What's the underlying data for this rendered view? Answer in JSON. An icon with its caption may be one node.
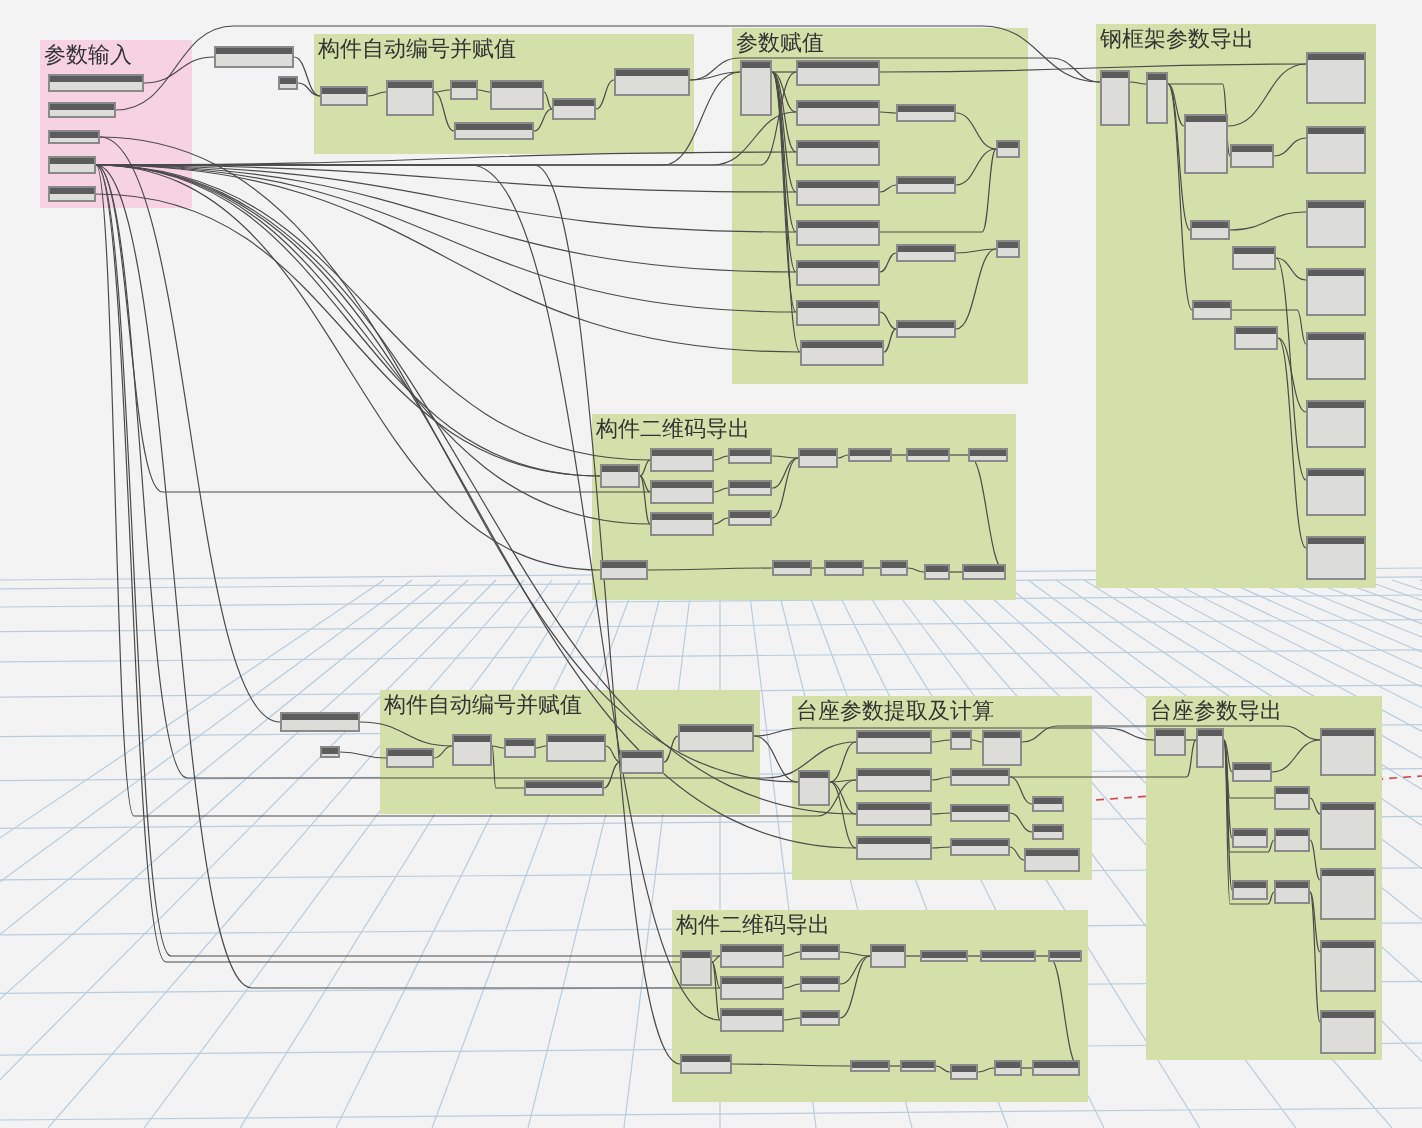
{
  "diagram": {
    "nodes": [
      {
        "text": [
          "参数输入"
        ]
      },
      {
        "text": [
          "构件自动编号并赋值"
        ]
      },
      {
        "text": [
          "参数赋值"
        ]
      },
      {
        "text": [
          "钢框架参数导出"
        ]
      },
      {
        "text": [
          "构件二维码导出"
        ]
      },
      {
        "text": [
          "构件自动编号并赋值"
        ]
      },
      {
        "text": [
          "台座参数提取及计算"
        ]
      },
      {
        "text": [
          "台座参数导出"
        ]
      },
      {
        "text": [
          "构件二维码导出"
        ]
      },
      {
        "text": [],
        "shape": "box",
        "in": 0
      },
      {
        "text": [],
        "shape": "box",
        "in": 0
      },
      {
        "text": [],
        "shape": "box",
        "in": 0
      },
      {
        "text": [],
        "shape": "box",
        "in": 0
      },
      {
        "text": [],
        "shape": "box",
        "in": 0
      },
      {
        "text": [],
        "shape": "box"
      },
      {
        "text": [],
        "shape": "box"
      },
      {
        "text": [],
        "shape": "box",
        "in": 1
      },
      {
        "text": [],
        "shape": "box",
        "in": 1
      },
      {
        "text": [],
        "shape": "box",
        "in": 1
      },
      {
        "text": [],
        "shape": "box",
        "in": 1
      },
      {
        "text": [],
        "shape": "box",
        "in": 1
      },
      {
        "text": [],
        "shape": "box",
        "in": 1
      },
      {
        "text": [],
        "shape": "box",
        "in": 1
      },
      {
        "text": [],
        "shape": "box",
        "in": 2
      },
      {
        "text": [],
        "shape": "box",
        "in": 2
      },
      {
        "text": [],
        "shape": "box",
        "in": 2
      },
      {
        "text": [],
        "shape": "box",
        "in": 2
      },
      {
        "text": [],
        "shape": "box",
        "in": 2
      },
      {
        "text": [],
        "shape": "box",
        "in": 2
      },
      {
        "text": [],
        "shape": "box",
        "in": 2
      },
      {
        "text": [],
        "shape": "box",
        "in": 2
      },
      {
        "text": [],
        "shape": "box",
        "in": 2
      },
      {
        "text": [],
        "shape": "box",
        "in": 2
      },
      {
        "text": [],
        "shape": "box",
        "in": 2
      },
      {
        "text": [],
        "shape": "box",
        "in": 2
      },
      {
        "text": [],
        "shape": "box",
        "in": 2
      },
      {
        "text": [],
        "shape": "box",
        "in": 2
      },
      {
        "text": [],
        "shape": "box",
        "in": 2
      },
      {
        "text": [],
        "shape": "box",
        "in": 3
      },
      {
        "text": [],
        "shape": "box",
        "in": 3
      },
      {
        "text": [],
        "shape": "box",
        "in": 3
      },
      {
        "text": [],
        "shape": "box",
        "in": 3
      },
      {
        "text": [],
        "shape": "box",
        "in": 3
      },
      {
        "text": [],
        "shape": "box",
        "in": 3
      },
      {
        "text": [],
        "shape": "box",
        "in": 3
      },
      {
        "text": [],
        "shape": "box",
        "in": 3
      },
      {
        "text": [],
        "shape": "box",
        "in": 3
      },
      {
        "text": [],
        "shape": "box",
        "in": 3
      },
      {
        "text": [],
        "shape": "box",
        "in": 3
      },
      {
        "text": [],
        "shape": "box",
        "in": 3
      },
      {
        "text": [],
        "shape": "box",
        "in": 3
      },
      {
        "text": [],
        "shape": "box",
        "in": 3
      },
      {
        "text": [],
        "shape": "box",
        "in": 3
      },
      {
        "text": [],
        "shape": "box",
        "in": 3
      },
      {
        "text": [],
        "shape": "box",
        "in": 4
      },
      {
        "text": [],
        "shape": "box",
        "in": 4
      },
      {
        "text": [],
        "shape": "box",
        "in": 4
      },
      {
        "text": [],
        "shape": "box",
        "in": 4
      },
      {
        "text": [],
        "shape": "box",
        "in": 4
      },
      {
        "text": [],
        "shape": "box",
        "in": 4
      },
      {
        "text": [],
        "shape": "box",
        "in": 4
      },
      {
        "text": [],
        "shape": "box",
        "in": 4
      },
      {
        "text": [],
        "shape": "box",
        "in": 4
      },
      {
        "text": [],
        "shape": "box",
        "in": 4
      },
      {
        "text": [],
        "shape": "box",
        "in": 4
      },
      {
        "text": [],
        "shape": "box",
        "in": 4
      },
      {
        "text": [],
        "shape": "box",
        "in": 4
      },
      {
        "text": [],
        "shape": "box",
        "in": 4
      },
      {
        "text": [],
        "shape": "box",
        "in": 4
      },
      {
        "text": [],
        "shape": "box",
        "in": 4
      },
      {
        "text": [],
        "shape": "box",
        "in": 4
      },
      {
        "text": [],
        "shape": "box"
      },
      {
        "text": [],
        "shape": "box"
      },
      {
        "text": [],
        "shape": "box",
        "in": 5
      },
      {
        "text": [],
        "shape": "box",
        "in": 5
      },
      {
        "text": [],
        "shape": "box",
        "in": 5
      },
      {
        "text": [],
        "shape": "box",
        "in": 5
      },
      {
        "text": [],
        "shape": "box",
        "in": 5
      },
      {
        "text": [],
        "shape": "box",
        "in": 5
      },
      {
        "text": [],
        "shape": "box",
        "in": 5
      },
      {
        "text": [],
        "shape": "box",
        "in": 6
      },
      {
        "text": [],
        "shape": "box",
        "in": 6
      },
      {
        "text": [],
        "shape": "box",
        "in": 6
      },
      {
        "text": [],
        "shape": "box",
        "in": 6
      },
      {
        "text": [],
        "shape": "box",
        "in": 6
      },
      {
        "text": [],
        "shape": "box",
        "in": 6
      },
      {
        "text": [],
        "shape": "box",
        "in": 6
      },
      {
        "text": [],
        "shape": "box",
        "in": 6
      },
      {
        "text": [],
        "shape": "box",
        "in": 6
      },
      {
        "text": [],
        "shape": "box",
        "in": 6
      },
      {
        "text": [],
        "shape": "box",
        "in": 6
      },
      {
        "text": [],
        "shape": "box",
        "in": 6
      },
      {
        "text": [],
        "shape": "box",
        "in": 6
      },
      {
        "text": [],
        "shape": "box",
        "in": 7
      },
      {
        "text": [],
        "shape": "box",
        "in": 7
      },
      {
        "text": [],
        "shape": "box",
        "in": 7
      },
      {
        "text": [],
        "shape": "box",
        "in": 7
      },
      {
        "text": [],
        "shape": "box",
        "in": 7
      },
      {
        "text": [],
        "shape": "box",
        "in": 7
      },
      {
        "text": [],
        "shape": "box",
        "in": 7
      },
      {
        "text": [],
        "shape": "box",
        "in": 7
      },
      {
        "text": [],
        "shape": "box",
        "in": 7
      },
      {
        "text": [],
        "shape": "box",
        "in": 7
      },
      {
        "text": [],
        "shape": "box",
        "in": 7
      },
      {
        "text": [],
        "shape": "box",
        "in": 7
      },
      {
        "text": [],
        "shape": "box",
        "in": 7
      },
      {
        "text": [],
        "shape": "box",
        "in": 8
      },
      {
        "text": [],
        "shape": "box",
        "in": 8
      },
      {
        "text": [],
        "shape": "box",
        "in": 8
      },
      {
        "text": [],
        "shape": "box",
        "in": 8
      },
      {
        "text": [],
        "shape": "box",
        "in": 8
      },
      {
        "text": [],
        "shape": "box",
        "in": 8
      },
      {
        "text": [],
        "shape": "box",
        "in": 8
      },
      {
        "text": [],
        "shape": "box",
        "in": 8
      },
      {
        "text": [],
        "shape": "box",
        "in": 8
      },
      {
        "text": [],
        "shape": "box",
        "in": 8
      },
      {
        "text": [],
        "shape": "box",
        "in": 8
      },
      {
        "text": [],
        "shape": "box",
        "in": 8
      },
      {
        "text": [],
        "shape": "box",
        "in": 8
      },
      {
        "text": [],
        "shape": "box",
        "in": 8
      },
      {
        "text": [],
        "shape": "box",
        "in": 8
      },
      {
        "text": [],
        "shape": "box",
        "in": 8
      },
      {
        "text": [],
        "shape": "box",
        "in": 8
      }
    ],
    "edges": [
      {
        "from": 9,
        "to": 14,
        "arrow": "none"
      },
      {
        "from": 14,
        "to": 16,
        "arrow": "none"
      },
      {
        "from": 15,
        "to": 16,
        "arrow": "none"
      },
      {
        "from": 16,
        "to": 17,
        "arrow": "none"
      },
      {
        "from": 17,
        "to": 18,
        "arrow": "none"
      },
      {
        "from": 18,
        "to": 19,
        "arrow": "none"
      },
      {
        "from": 19,
        "to": 20,
        "arrow": "none"
      },
      {
        "from": 20,
        "to": 21,
        "arrow": "none"
      },
      {
        "from": 17,
        "to": 22,
        "arrow": "none"
      },
      {
        "from": 22,
        "to": 20,
        "arrow": "none"
      },
      {
        "from": 21,
        "to": 23,
        "arrow": "none"
      },
      {
        "from": 21,
        "to": 38,
        "arrow": "none"
      },
      {
        "from": 12,
        "to": 23,
        "arrow": "none"
      },
      {
        "from": 12,
        "to": 24,
        "arrow": "none"
      },
      {
        "from": 12,
        "to": 25,
        "arrow": "none"
      },
      {
        "from": 12,
        "to": 26,
        "arrow": "none"
      },
      {
        "from": 12,
        "to": 27,
        "arrow": "none"
      },
      {
        "from": 12,
        "to": 28,
        "arrow": "none"
      },
      {
        "from": 12,
        "to": 29,
        "arrow": "none"
      },
      {
        "from": 12,
        "to": 30,
        "arrow": "none"
      },
      {
        "from": 12,
        "to": 31,
        "arrow": "none"
      },
      {
        "from": 12,
        "to": 54,
        "arrow": "none"
      },
      {
        "from": 12,
        "to": 55,
        "arrow": "none"
      },
      {
        "from": 12,
        "to": 56,
        "arrow": "none"
      },
      {
        "from": 12,
        "to": 57,
        "arrow": "none"
      },
      {
        "from": 12,
        "to": 81,
        "arrow": "none"
      },
      {
        "from": 12,
        "to": 82,
        "arrow": "none"
      },
      {
        "from": 12,
        "to": 83,
        "arrow": "none"
      },
      {
        "from": 12,
        "to": 84,
        "arrow": "none"
      },
      {
        "from": 12,
        "to": 107,
        "arrow": "none"
      },
      {
        "from": 12,
        "to": 108,
        "arrow": "none"
      },
      {
        "from": 12,
        "to": 109,
        "arrow": "none"
      },
      {
        "from": 12,
        "to": 106,
        "arrow": "none"
      },
      {
        "from": 12,
        "to": 117,
        "arrow": "none"
      },
      {
        "from": 12,
        "to": 65,
        "arrow": "none"
      },
      {
        "from": 10,
        "to": 38,
        "arrow": "none"
      },
      {
        "from": 11,
        "to": 80,
        "arrow": "none"
      },
      {
        "from": 13,
        "to": 54,
        "arrow": "none"
      },
      {
        "from": 11,
        "to": 71,
        "arrow": "none"
      },
      {
        "from": 23,
        "to": 24,
        "arrow": "none"
      },
      {
        "from": 23,
        "to": 25,
        "arrow": "none"
      },
      {
        "from": 23,
        "to": 26,
        "arrow": "none"
      },
      {
        "from": 23,
        "to": 27,
        "arrow": "none"
      },
      {
        "from": 23,
        "to": 28,
        "arrow": "none"
      },
      {
        "from": 23,
        "to": 29,
        "arrow": "none"
      },
      {
        "from": 23,
        "to": 30,
        "arrow": "none"
      },
      {
        "from": 23,
        "to": 31,
        "arrow": "none"
      },
      {
        "from": 24,
        "to": 46,
        "arrow": "none"
      },
      {
        "from": 25,
        "to": 32,
        "arrow": "none"
      },
      {
        "from": 27,
        "to": 33,
        "arrow": "none"
      },
      {
        "from": 28,
        "to": 36,
        "arrow": "none"
      },
      {
        "from": 29,
        "to": 34,
        "arrow": "none"
      },
      {
        "from": 30,
        "to": 35,
        "arrow": "none"
      },
      {
        "from": 31,
        "to": 35,
        "arrow": "none"
      },
      {
        "from": 32,
        "to": 36,
        "arrow": "none"
      },
      {
        "from": 33,
        "to": 36,
        "arrow": "none"
      },
      {
        "from": 34,
        "to": 37,
        "arrow": "none"
      },
      {
        "from": 35,
        "to": 37,
        "arrow": "none"
      },
      {
        "from": 38,
        "to": 39,
        "arrow": "none"
      },
      {
        "from": 39,
        "to": 40,
        "arrow": "none"
      },
      {
        "from": 39,
        "to": 41,
        "arrow": "none"
      },
      {
        "from": 39,
        "to": 42,
        "arrow": "none"
      },
      {
        "from": 39,
        "to": 44,
        "arrow": "none"
      },
      {
        "from": 40,
        "to": 46,
        "arrow": "none"
      },
      {
        "from": 41,
        "to": 47,
        "arrow": "none"
      },
      {
        "from": 42,
        "to": 48,
        "arrow": "none"
      },
      {
        "from": 43,
        "to": 49,
        "arrow": "none"
      },
      {
        "from": 44,
        "to": 50,
        "arrow": "none"
      },
      {
        "from": 45,
        "to": 51,
        "arrow": "none"
      },
      {
        "from": 43,
        "to": 52,
        "arrow": "none"
      },
      {
        "from": 45,
        "to": 53,
        "arrow": "none"
      },
      {
        "from": 54,
        "to": 55,
        "arrow": "none"
      },
      {
        "from": 54,
        "to": 56,
        "arrow": "none"
      },
      {
        "from": 54,
        "to": 57,
        "arrow": "none"
      },
      {
        "from": 55,
        "to": 58,
        "arrow": "none"
      },
      {
        "from": 56,
        "to": 59,
        "arrow": "none"
      },
      {
        "from": 57,
        "to": 60,
        "arrow": "none"
      },
      {
        "from": 58,
        "to": 61,
        "arrow": "none"
      },
      {
        "from": 59,
        "to": 61,
        "arrow": "none"
      },
      {
        "from": 60,
        "to": 61,
        "arrow": "none"
      },
      {
        "from": 61,
        "to": 62,
        "arrow": "none"
      },
      {
        "from": 62,
        "to": 63,
        "arrow": "none"
      },
      {
        "from": 63,
        "to": 64,
        "arrow": "none"
      },
      {
        "from": 65,
        "to": 66,
        "arrow": "none"
      },
      {
        "from": 66,
        "to": 67,
        "arrow": "none"
      },
      {
        "from": 67,
        "to": 68,
        "arrow": "none"
      },
      {
        "from": 68,
        "to": 69,
        "arrow": "none"
      },
      {
        "from": 69,
        "to": 70,
        "arrow": "none"
      },
      {
        "from": 70,
        "to": 64,
        "arrow": "none"
      },
      {
        "from": 71,
        "to": 74,
        "arrow": "none"
      },
      {
        "from": 72,
        "to": 73,
        "arrow": "none"
      },
      {
        "from": 73,
        "to": 74,
        "arrow": "none"
      },
      {
        "from": 74,
        "to": 75,
        "arrow": "none"
      },
      {
        "from": 75,
        "to": 76,
        "arrow": "none"
      },
      {
        "from": 76,
        "to": 77,
        "arrow": "none"
      },
      {
        "from": 77,
        "to": 78,
        "arrow": "none"
      },
      {
        "from": 74,
        "to": 79,
        "arrow": "none"
      },
      {
        "from": 79,
        "to": 77,
        "arrow": "none"
      },
      {
        "from": 78,
        "to": 80,
        "arrow": "none"
      },
      {
        "from": 78,
        "to": 93,
        "arrow": "none"
      },
      {
        "from": 80,
        "to": 81,
        "arrow": "none"
      },
      {
        "from": 80,
        "to": 82,
        "arrow": "none"
      },
      {
        "from": 80,
        "to": 83,
        "arrow": "none"
      },
      {
        "from": 80,
        "to": 84,
        "arrow": "none"
      },
      {
        "from": 81,
        "to": 85,
        "arrow": "none"
      },
      {
        "from": 85,
        "to": 86,
        "arrow": "none"
      },
      {
        "from": 82,
        "to": 87,
        "arrow": "none"
      },
      {
        "from": 83,
        "to": 88,
        "arrow": "none"
      },
      {
        "from": 84,
        "to": 89,
        "arrow": "none"
      },
      {
        "from": 87,
        "to": 90,
        "arrow": "none"
      },
      {
        "from": 88,
        "to": 91,
        "arrow": "none"
      },
      {
        "from": 89,
        "to": 92,
        "arrow": "none"
      },
      {
        "from": 86,
        "to": 101,
        "arrow": "none"
      },
      {
        "from": 87,
        "to": 94,
        "arrow": "none"
      },
      {
        "from": 93,
        "to": 94,
        "arrow": "none"
      },
      {
        "from": 94,
        "to": 95,
        "arrow": "none"
      },
      {
        "from": 94,
        "to": 96,
        "arrow": "none"
      },
      {
        "from": 94,
        "to": 97,
        "arrow": "none"
      },
      {
        "from": 94,
        "to": 98,
        "arrow": "none"
      },
      {
        "from": 94,
        "to": 99,
        "arrow": "none"
      },
      {
        "from": 94,
        "to": 100,
        "arrow": "none"
      },
      {
        "from": 95,
        "to": 101,
        "arrow": "none"
      },
      {
        "from": 96,
        "to": 102,
        "arrow": "none"
      },
      {
        "from": 98,
        "to": 103,
        "arrow": "none"
      },
      {
        "from": 100,
        "to": 104,
        "arrow": "none"
      },
      {
        "from": 100,
        "to": 105,
        "arrow": "none"
      },
      {
        "from": 106,
        "to": 107,
        "arrow": "none"
      },
      {
        "from": 106,
        "to": 108,
        "arrow": "none"
      },
      {
        "from": 106,
        "to": 109,
        "arrow": "none"
      },
      {
        "from": 107,
        "to": 110,
        "arrow": "none"
      },
      {
        "from": 108,
        "to": 111,
        "arrow": "none"
      },
      {
        "from": 109,
        "to": 112,
        "arrow": "none"
      },
      {
        "from": 110,
        "to": 113,
        "arrow": "none"
      },
      {
        "from": 111,
        "to": 113,
        "arrow": "none"
      },
      {
        "from": 112,
        "to": 113,
        "arrow": "none"
      },
      {
        "from": 113,
        "to": 114,
        "arrow": "none"
      },
      {
        "from": 114,
        "to": 115,
        "arrow": "none"
      },
      {
        "from": 115,
        "to": 116,
        "arrow": "none"
      },
      {
        "from": 117,
        "to": 118,
        "arrow": "none"
      },
      {
        "from": 118,
        "to": 119,
        "arrow": "none"
      },
      {
        "from": 119,
        "to": 120,
        "arrow": "none"
      },
      {
        "from": 120,
        "to": 121,
        "arrow": "none"
      },
      {
        "from": 121,
        "to": 122,
        "arrow": "none"
      },
      {
        "from": 122,
        "to": 116,
        "arrow": "none"
      }
    ]
  }
}
